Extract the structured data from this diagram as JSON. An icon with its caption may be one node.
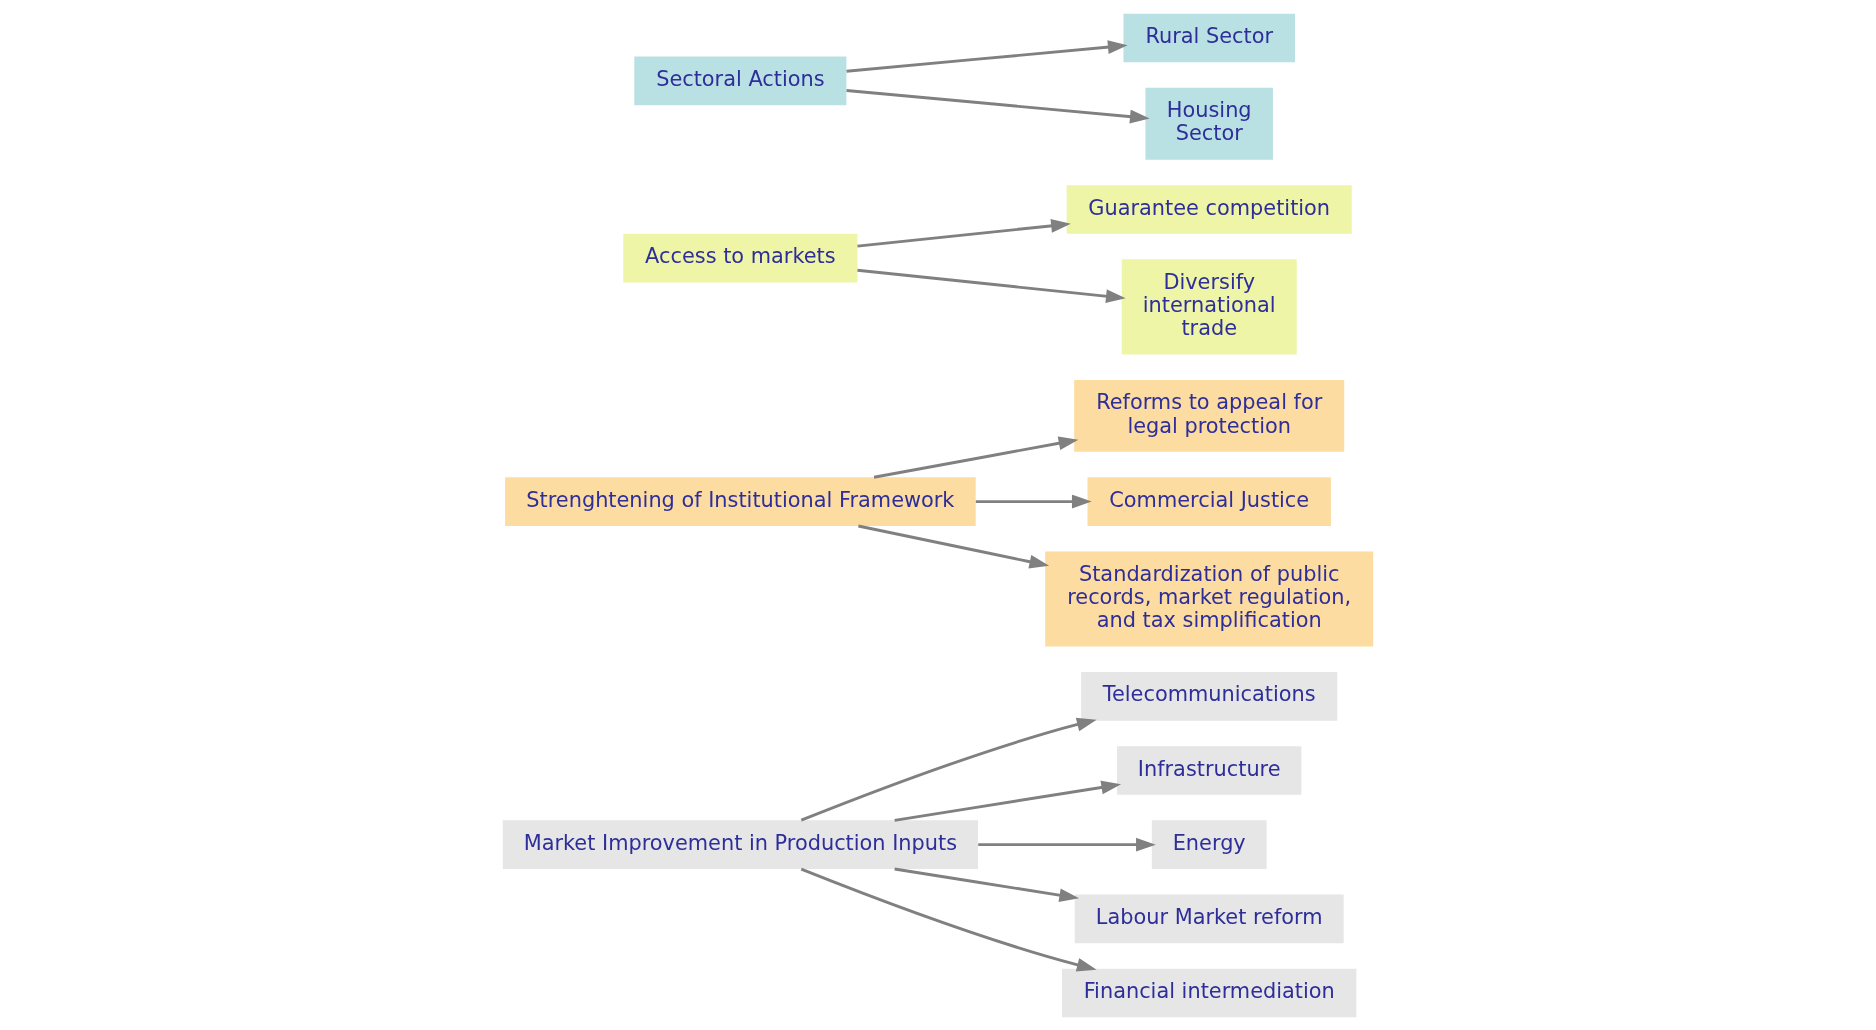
{
  "diagram": {
    "nodes": [
      {
        "text": [
          "Market Improvement in Production Inputs"
        ]
      },
      {
        "text": [
          "Telecommunications"
        ]
      },
      {
        "text": [
          "Infrastructure"
        ]
      },
      {
        "text": [
          "Energy"
        ]
      },
      {
        "text": [
          "Labour Market reform"
        ]
      },
      {
        "text": [
          "Financial intermediation"
        ]
      },
      {
        "text": [
          "Strenghtening of Institutional Framework"
        ]
      },
      {
        "text": [
          "Reforms to appeal for legal protection"
        ]
      },
      {
        "text": [
          "Commercial Justice"
        ]
      },
      {
        "text": [
          "Standardization of public records, market regulation, and tax simplification"
        ]
      },
      {
        "text": [
          "Access to markets"
        ]
      },
      {
        "text": [
          "Guarantee competition"
        ]
      },
      {
        "text": [
          "Diversify international trade"
        ]
      },
      {
        "text": [
          "Sectoral Actions"
        ]
      },
      {
        "text": [
          "Rural Sector"
        ]
      },
      {
        "text": [
          "Housing Sector"
        ]
      }
    ],
    "edges": [
      {
        "from": 0,
        "to": 1,
        "arrow": "to"
      },
      {
        "from": 0,
        "to": 2,
        "arrow": "to"
      },
      {
        "from": 0,
        "to": 3,
        "arrow": "to"
      },
      {
        "from": 0,
        "to": 4,
        "arrow": "to"
      },
      {
        "from": 0,
        "to": 5,
        "arrow": "to"
      },
      {
        "from": 6,
        "to": 7,
        "arrow": "to"
      },
      {
        "from": 6,
        "to": 8,
        "arrow": "to"
      },
      {
        "from": 6,
        "to": 9,
        "arrow": "to"
      },
      {
        "from": 10,
        "to": 11,
        "arrow": "to"
      },
      {
        "from": 10,
        "to": 12,
        "arrow": "to"
      },
      {
        "from": 13,
        "to": 14,
        "arrow": "to"
      },
      {
        "from": 13,
        "to": 15,
        "arrow": "to"
      }
    ]
  }
}
